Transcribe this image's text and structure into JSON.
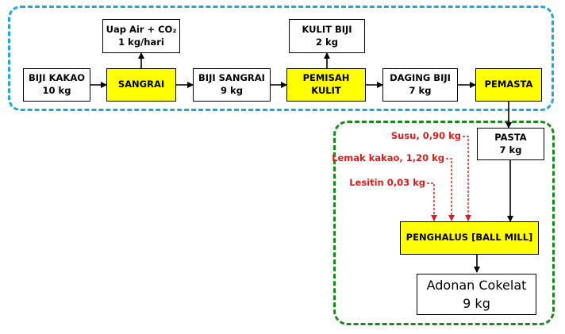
{
  "nodes": {
    "biji_kakao": {
      "line1": "BIJI KAKAO",
      "line2": "10 kg"
    },
    "sangrai": {
      "line1": "SANGRAI"
    },
    "uap_air": {
      "line1": "Uap Air + CO₂",
      "line2": "1 kg/hari"
    },
    "biji_sangrai": {
      "line1": "BIJI SANGRAI",
      "line2": "9 kg"
    },
    "pemisah_kulit": {
      "line1": "PEMISAH",
      "line2": "KULIT"
    },
    "kulit_biji": {
      "line1": "KULIT BIJI",
      "line2": "2 kg"
    },
    "daging_biji": {
      "line1": "DAGING BIJI",
      "line2": "7 kg"
    },
    "pemasta": {
      "line1": "PEMASTA"
    },
    "pasta": {
      "line1": "PASTA",
      "line2": "7 kg"
    },
    "penghalus": {
      "line1": "PENGHALUS [BALL MILL]"
    },
    "adonan": {
      "line1": "Adonan Cokelat",
      "line2": "9 kg"
    }
  },
  "inputs": {
    "susu": "Susu, 0,90 kg",
    "lemak": "Lemak kakao, 1,20 kg",
    "lesitin": "Lesitin 0,03 kg"
  },
  "colors": {
    "process_fill": "#ffff00",
    "top_region_border": "#1ea7dc",
    "bottom_region_border": "#1a8a1a",
    "input_arrow": "#e01b1b"
  }
}
